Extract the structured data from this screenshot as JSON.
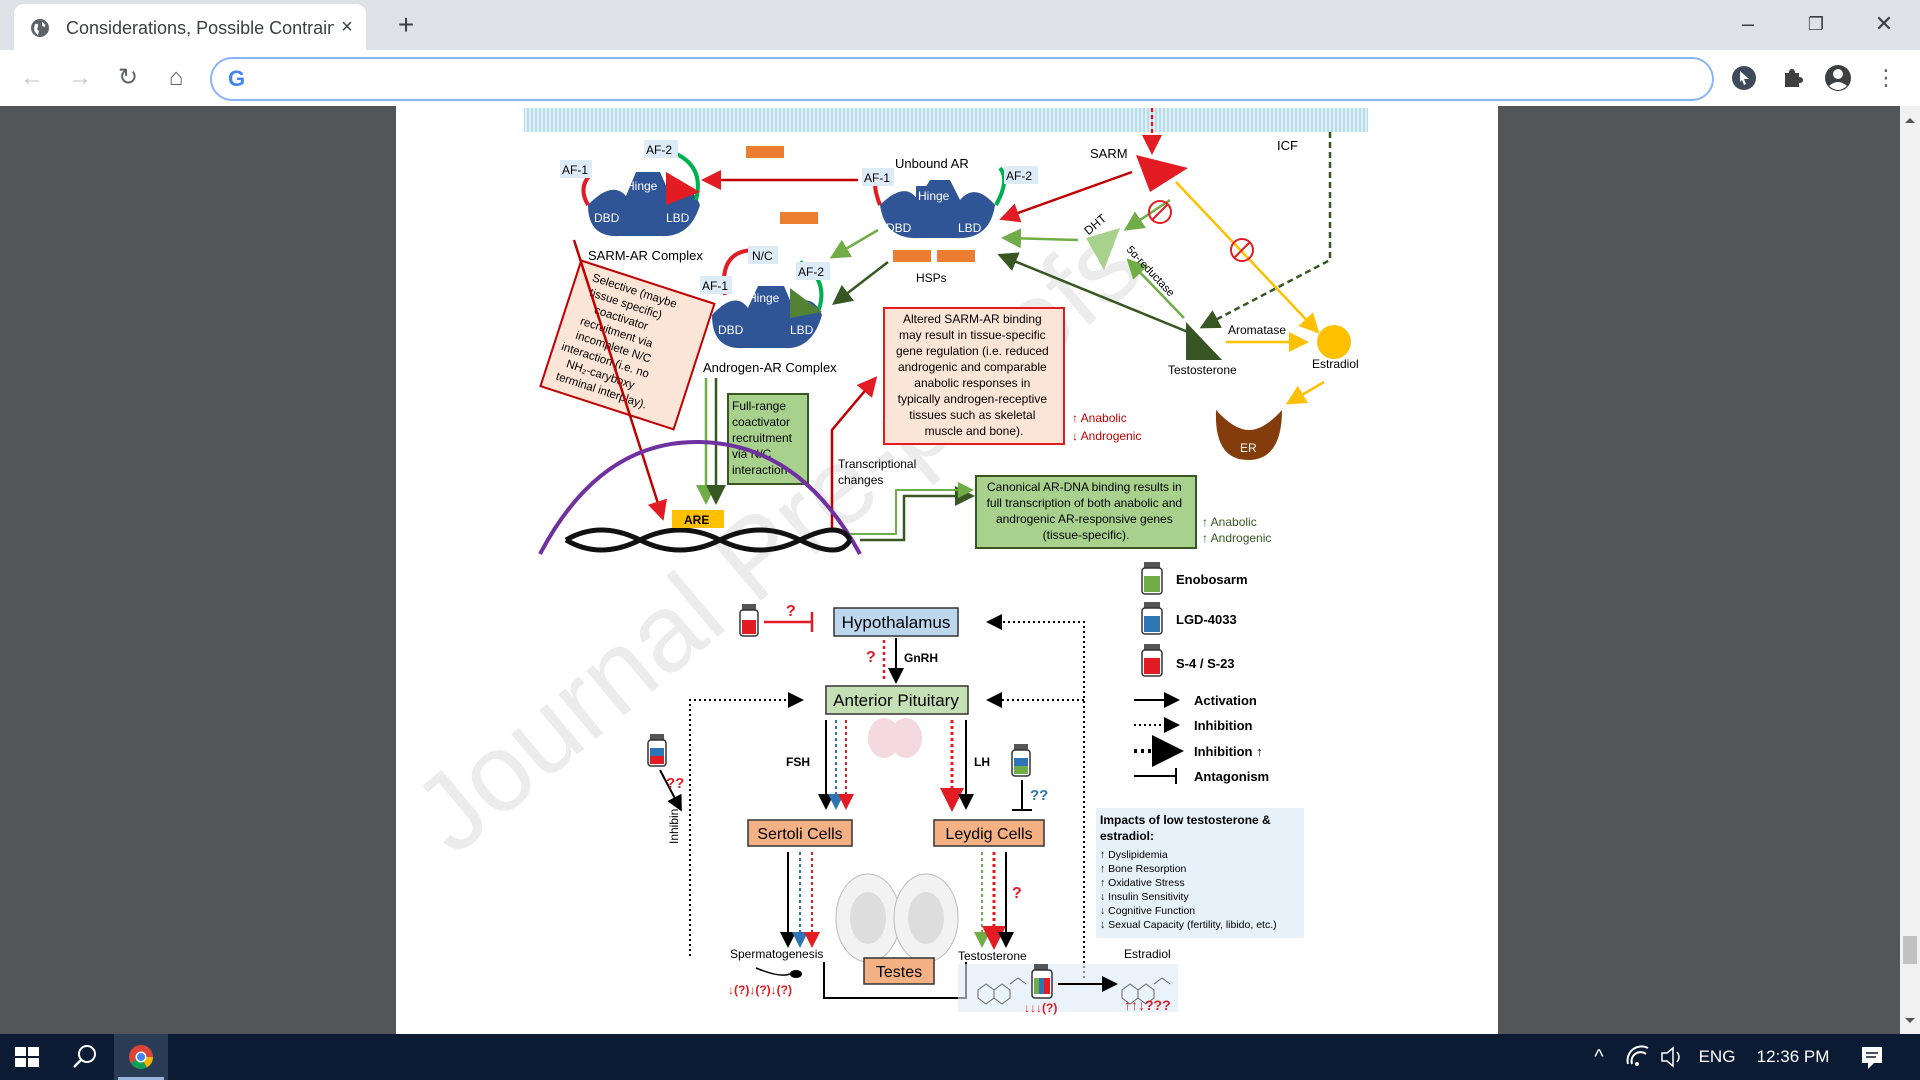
{
  "browser": {
    "tab_title": "Considerations, Possible Contrain",
    "tab_close": "×",
    "new_tab": "+",
    "minimize": "–",
    "restore": "❐",
    "close_window": "✕",
    "back": "←",
    "forward": "→",
    "reload": "↻",
    "home": "⌂",
    "omnibox_logo": "G",
    "omnibox_value": "",
    "extensions_icon": "puzzle-icon",
    "menu": "⋮"
  },
  "figure": {
    "watermark": "Journal Pre-proofs",
    "top": {
      "icf": "ICF",
      "sarm": "SARM",
      "unbound_ar": "Unbound  AR",
      "hsps": "HSPs",
      "sarm_ar_complex": "SARM-AR Complex",
      "androgen_ar_complex": "Androgen-AR  Complex",
      "af1": "AF-1",
      "af2": "AF-2",
      "hinge": "Hinge",
      "dbd": "DBD",
      "lbd": "LBD",
      "nc": "N/C",
      "dht": "DHT",
      "five_alpha": "5α-reductase",
      "testosterone": "Testosterone",
      "aromatase": "Aromatase",
      "estradiol": "Estradiol",
      "er": "ER",
      "are": "ARE",
      "selective_box": [
        "Selective (maybe",
        "tissue specific)",
        "coactivator",
        "recruitment via",
        "incomplete N/C",
        "interaction (i.e. no",
        "NH₂-caryboxy",
        "terminal interplay)."
      ],
      "full_range_box": [
        "Full-range",
        "coactivator",
        "recruitment",
        "via N/C",
        "interaction"
      ],
      "altered_box": [
        "Altered SARM-AR binding",
        "may result in tissue-specific",
        "gene regulation (i.e. reduced",
        "androgenic and comparable",
        "anabolic responses in",
        "typically androgen-receptive",
        "tissues such as skeletal",
        "muscle and bone)."
      ],
      "sarm_effect_1": "↑ Anabolic",
      "sarm_effect_2": "↓ Androgenic",
      "transcriptional": [
        "Transcriptional",
        "changes"
      ],
      "canonical_box": [
        "Canonical AR-DNA binding results in",
        "full transcription of both anabolic and",
        "androgenic AR-responsive genes",
        "(tissue-specific)."
      ],
      "canonical_effect_1": "↑ Anabolic",
      "canonical_effect_2": "↑ Androgenic"
    },
    "bottom": {
      "hypothalamus": "Hypothalamus",
      "gnrh": "GnRH",
      "anterior_pituitary": "Anterior Pituitary",
      "fsh": "FSH",
      "lh": "LH",
      "inhibin": "Inhibin",
      "sertoli": "Sertoli Cells",
      "leydig": "Leydig Cells",
      "testes": "Testes",
      "spermatogenesis": "Spermatogenesis",
      "testosterone": "Testosterone",
      "estradiol": "Estradiol",
      "q": "?",
      "qq": "??",
      "sperm_effects": "↓(?)↓(?)↓(?)",
      "test_effects": "↓↓↓(?)",
      "estr_effects": "↑↑↓???"
    },
    "legend": {
      "enobosarm": "Enobosarm",
      "lgd": "LGD-4033",
      "s4": "S-4 / S-23",
      "activation": "Activation",
      "inhibition": "Inhibition",
      "inhibition_up": "Inhibition ↑",
      "antagonism": "Antagonism"
    },
    "impacts": {
      "title_1": "Impacts of low testosterone &",
      "title_2": "estradiol:",
      "items": [
        "↑ Dyslipidemia",
        "↑ Bone  Resorption",
        "↑ Oxidative  Stress",
        "↓ Insulin  Sensitivity",
        "↓ Cognitive  Function",
        "↓ Sexual  Capacity  (fertility,  libido,  etc.)"
      ]
    },
    "colors": {
      "receptor_blue": "#2f5597",
      "red": "#e31b23",
      "green": "#70ad47",
      "dark_green": "#385723",
      "orange": "#ed7d31",
      "yellow": "#ffc000",
      "purple": "#7030a0",
      "box_red_fill": "#fbe5d6",
      "box_green_fill": "#a9d18e",
      "hypo_fill": "#bdd7ee",
      "pit_fill": "#c5e0b4",
      "cell_fill": "#f4b183"
    }
  },
  "taskbar": {
    "start_icon": "windows-start-icon",
    "search_icon": "search-icon",
    "chrome_icon": "chrome-icon",
    "tray_chevron": "^",
    "language": "ENG",
    "time": "12:36 PM",
    "notifications_icon": "notifications-icon"
  }
}
